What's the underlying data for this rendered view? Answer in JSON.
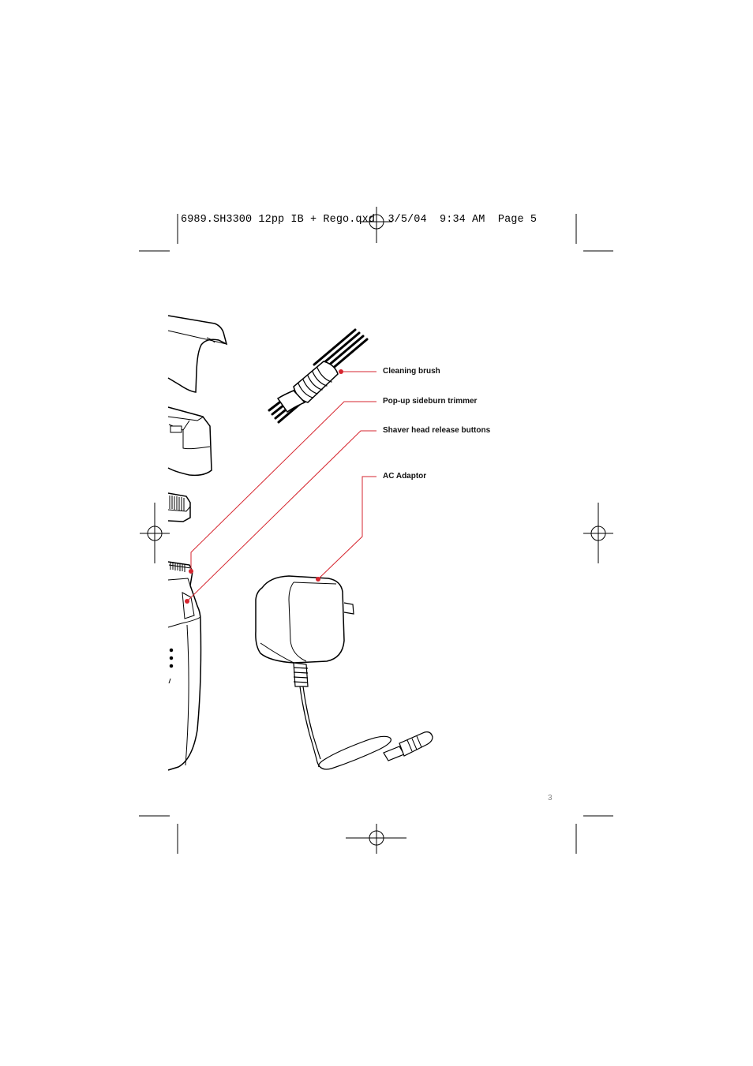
{
  "header": {
    "slug": "6989.SH3300 12pp IB + Rego.qxd  3/5/04  9:34 AM  Page 5"
  },
  "callouts": {
    "cleaning_brush": "Cleaning brush",
    "sideburn_trimmer": "Pop-up sideburn trimmer",
    "release_buttons": "Shaver head release buttons",
    "ac_adaptor": "AC Adaptor"
  },
  "footer": {
    "page_number": "3"
  },
  "colors": {
    "callout_line": "#d6262f",
    "ink": "#000000"
  }
}
